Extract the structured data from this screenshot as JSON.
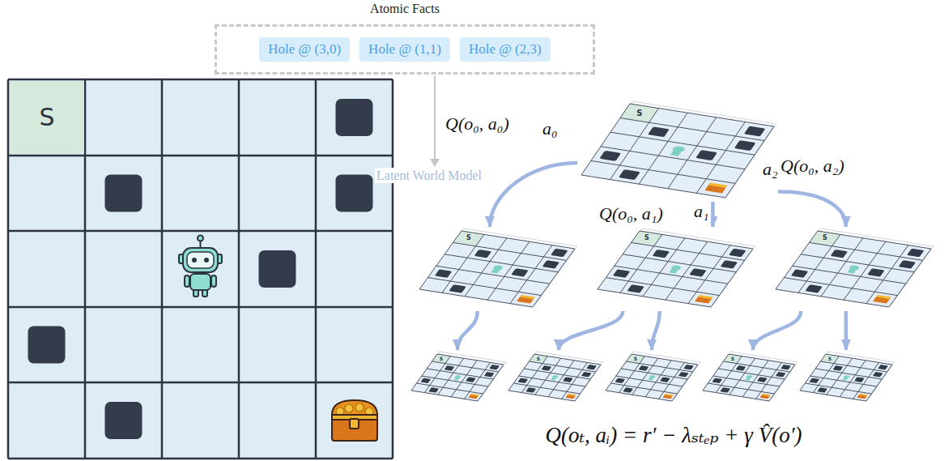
{
  "diagram": {
    "nodes": [
      {
        "text": [
          "Atomic Facts"
        ]
      },
      {
        "text": [
          "Hole @ (3,0)"
        ],
        "in": 0
      },
      {
        "text": [
          "Hole @ (1,1)"
        ],
        "in": 0
      },
      {
        "text": [
          "Hole @ (2,3)"
        ],
        "in": 0
      },
      {
        "text": [
          "S"
        ]
      },
      {
        "text": [
          "S"
        ]
      },
      {
        "text": [
          "S"
        ]
      },
      {
        "text": [
          "S"
        ]
      },
      {
        "text": [
          "S"
        ]
      },
      {
        "text": [
          "S"
        ]
      },
      {
        "text": [
          "S"
        ]
      },
      {
        "text": [
          "S"
        ]
      },
      {
        "text": [
          "S"
        ]
      },
      {
        "text": [
          "S"
        ]
      }
    ],
    "edges": [
      {
        "from": 5,
        "to": 6,
        "arrow": "to",
        "label": "a₀"
      },
      {
        "from": 5,
        "to": 7,
        "arrow": "to",
        "label": "a₁"
      },
      {
        "from": 5,
        "to": 8,
        "arrow": "to",
        "label": "a₂"
      },
      {
        "from": 6,
        "to": 9,
        "arrow": "to"
      },
      {
        "from": 7,
        "to": 10,
        "arrow": "to"
      },
      {
        "from": 7,
        "to": 11,
        "arrow": "to"
      },
      {
        "from": 8,
        "to": 12,
        "arrow": "to"
      },
      {
        "from": 8,
        "to": 13,
        "arrow": "to"
      }
    ],
    "labels": [
      "Q(o₀, a₀)",
      "Latent World Model",
      "Q(o₀, a₁)",
      "Q(o₀, a₂)",
      "Q(oₜ, aᵢ) = r′ − λₛₜₑₚ + γ V̂(o′)"
    ]
  }
}
